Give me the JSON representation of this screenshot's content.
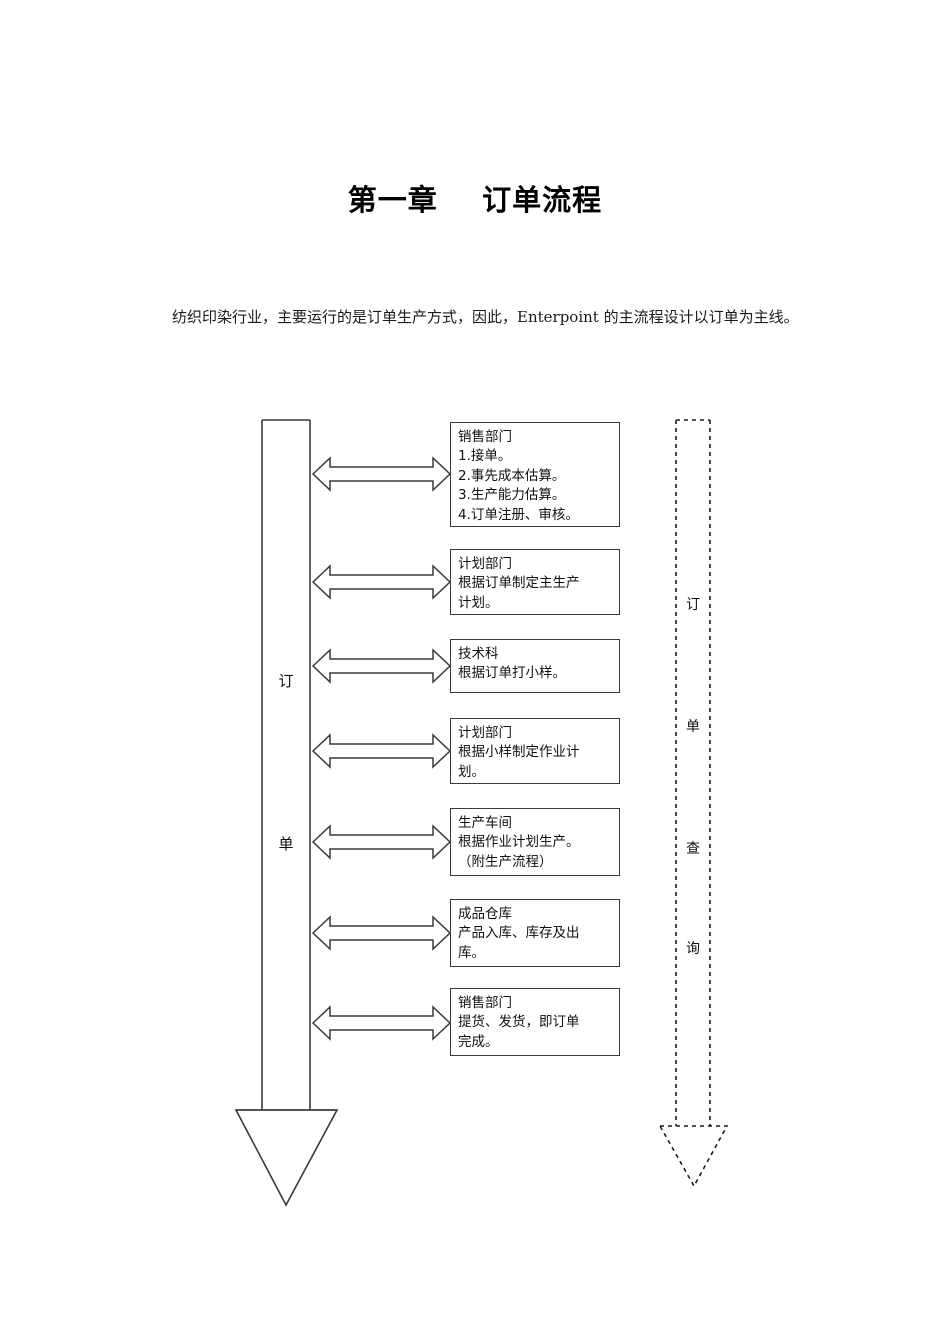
{
  "document": {
    "title": "第一章    订单流程",
    "paragraph": "纺织印染行业，主要运行的是订单生产方式，因此，Enterpoint 的主流程设计以订单为主线。"
  },
  "diagram": {
    "main_flow_arrow": {
      "label_chars": [
        "订",
        "单"
      ],
      "style": "solid",
      "direction": "down"
    },
    "query_flow_arrow": {
      "label_chars": [
        "订",
        "单",
        "查",
        "询"
      ],
      "style": "dashed",
      "direction": "down"
    },
    "connectors": [
      {
        "type": "double-headed-arrow",
        "style": "hollow"
      },
      {
        "type": "double-headed-arrow",
        "style": "hollow"
      },
      {
        "type": "double-headed-arrow",
        "style": "hollow"
      },
      {
        "type": "double-headed-arrow",
        "style": "hollow"
      },
      {
        "type": "double-headed-arrow",
        "style": "hollow"
      },
      {
        "type": "double-headed-arrow",
        "style": "hollow"
      },
      {
        "type": "double-headed-arrow",
        "style": "hollow"
      }
    ],
    "steps": [
      {
        "department": "销售部门",
        "text": "销售部门\n1.接单。\n2.事先成本估算。\n3.生产能力估算。\n4.订单注册、审核。"
      },
      {
        "department": "计划部门",
        "text": "计划部门\n根据订单制定主生产\n计划。"
      },
      {
        "department": "技术科",
        "text": "技术科\n根据订单打小样。"
      },
      {
        "department": "计划部门",
        "text": "计划部门\n根据小样制定作业计\n划。"
      },
      {
        "department": "生产车间",
        "text": "生产车间\n根据作业计划生产。\n（附生产流程）"
      },
      {
        "department": "成品仓库",
        "text": "成品仓库\n产品入库、库存及出\n库。"
      },
      {
        "department": "销售部门",
        "text": "销售部门\n提货、发货，即订单\n完成。"
      }
    ]
  },
  "colors": {
    "page_background": "#ffffff",
    "text": "#000000",
    "stroke": "#3a3a3a"
  }
}
